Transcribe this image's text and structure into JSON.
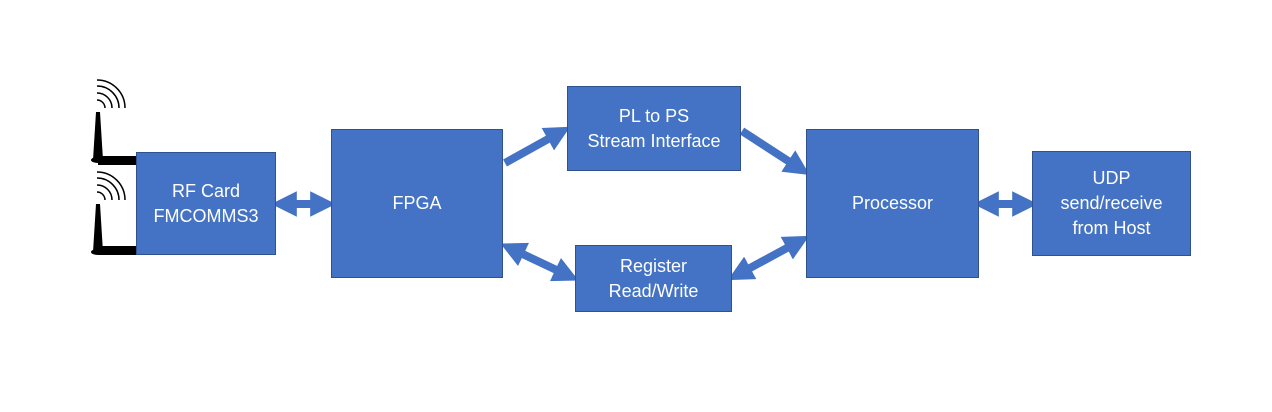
{
  "diagram": {
    "colors": {
      "block_fill": "#4472c4",
      "block_border": "#2f528f",
      "arrow": "#4472c4",
      "text": "#ffffff",
      "antenna": "#000000"
    },
    "blocks": {
      "rf_card": {
        "line1": "RF Card",
        "line2": "FMCOMMS3"
      },
      "fpga": {
        "label": "FPGA"
      },
      "pl_to_ps": {
        "line1": "PL to PS",
        "line2": "Stream Interface"
      },
      "register": {
        "line1": "Register",
        "line2": "Read/Write"
      },
      "processor": {
        "label": "Processor"
      },
      "udp": {
        "line1": "UDP",
        "line2": "send/receive",
        "line3": "from Host"
      }
    },
    "icons": [
      "antenna-icon",
      "antenna-icon"
    ]
  }
}
